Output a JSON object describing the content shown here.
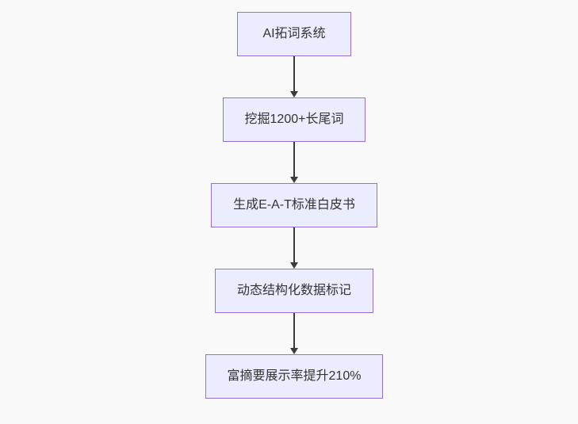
{
  "diagram": {
    "type": "flowchart",
    "direction": "top-down",
    "colors": {
      "background": "#f9f9f9",
      "node_fill": "#ECECFF",
      "node_border": "#9370DB",
      "text_color": "#333333",
      "arrow_color": "#3b3b3b"
    },
    "steps": [
      {
        "label": "AI拓词系统"
      },
      {
        "label": "挖掘1200+长尾词"
      },
      {
        "label": "生成E-A-T标准白皮书"
      },
      {
        "label": "动态结构化数据标记"
      },
      {
        "label": "富摘要展示率提升210%"
      }
    ]
  }
}
